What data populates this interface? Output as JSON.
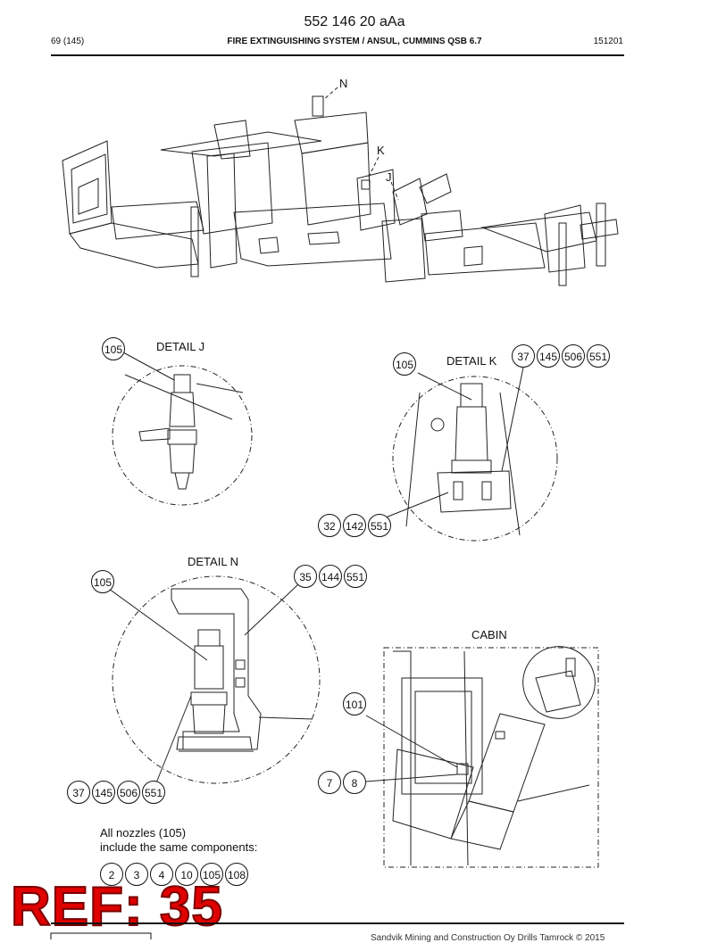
{
  "header": {
    "doc_title": "552 146 20 aAa",
    "page": "69 (145)",
    "section": "FIRE EXTINGUISHING SYSTEM / ANSUL, CUMMINS QSB 6.7",
    "date": "151201"
  },
  "overview": {
    "markers": [
      "N",
      "K",
      "J"
    ]
  },
  "details": {
    "j": {
      "label": "DETAIL J",
      "callouts": [
        "105"
      ]
    },
    "k": {
      "label": "DETAIL K",
      "callouts": [
        "105",
        "37",
        "145",
        "506",
        "551",
        "32",
        "142",
        "551"
      ]
    },
    "n": {
      "label": "DETAIL N",
      "callouts": [
        "105",
        "35",
        "144",
        "551",
        "37",
        "145",
        "506",
        "551"
      ]
    },
    "cabin": {
      "label": "CABIN",
      "callouts": [
        "101",
        "7",
        "8"
      ]
    }
  },
  "note": {
    "line1": "All nozzles (105)",
    "line2": "include the same components:",
    "components": [
      "2",
      "3",
      "4",
      "10",
      "105",
      "108"
    ]
  },
  "stamp": "REF: 35",
  "footer": "Sandvik Mining and Construction Oy Drills Tamrock © 2015"
}
